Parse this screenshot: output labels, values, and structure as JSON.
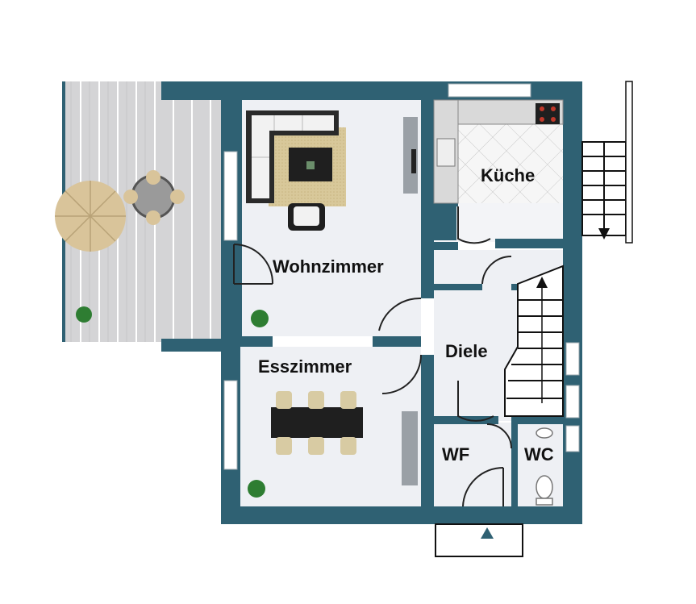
{
  "rooms": {
    "living": "Wohnzimmer",
    "dining": "Esszimmer",
    "hall": "Diele",
    "kitchen": "Küche",
    "utility": "WF",
    "toilet": "WC"
  },
  "colors": {
    "wall": "#2f6173",
    "floor": "#eef0f4",
    "deck": "#d7d7d9",
    "deck_line": "#ffffff",
    "rug": "#d8c89a",
    "sofa": "#f3f3f3",
    "umbrella": "#d9c49a",
    "plant": "#2e7d32"
  },
  "icons": {
    "entrance": "up-arrow-icon",
    "stair_direction": "up-arrow-icon",
    "outdoor_stairs": "down-arrow-icon"
  }
}
